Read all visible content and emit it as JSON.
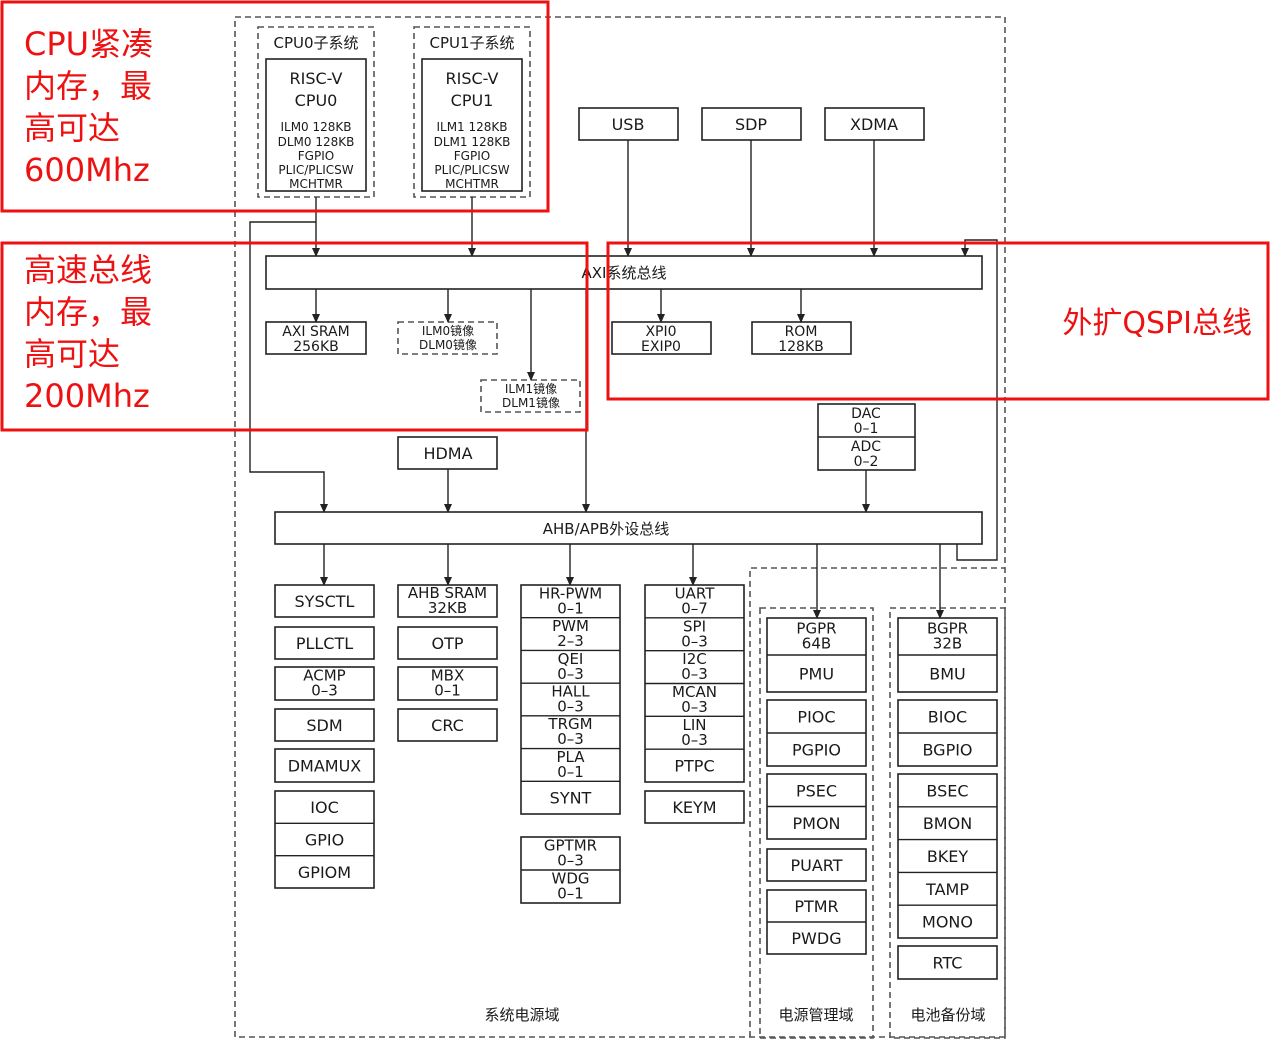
{
  "colors": {
    "annotation": "#ee1111",
    "line": "#222222",
    "dash": "#555555"
  },
  "domains": {
    "system": "系统电源域",
    "power_mgmt": "电源管理域",
    "battery": "电池备份域"
  },
  "cpu0": {
    "label": "CPU0子系统",
    "core": [
      "RISC-V",
      "CPU0"
    ],
    "details": [
      "ILM0 128KB",
      "DLM0 128KB",
      "FGPIO",
      "PLIC/PLICSW",
      "MCHTMR"
    ]
  },
  "cpu1": {
    "label": "CPU1子系统",
    "core": [
      "RISC-V",
      "CPU1"
    ],
    "details": [
      "ILM1 128KB",
      "DLM1 128KB",
      "FGPIO",
      "PLIC/PLICSW",
      "MCHTMR"
    ]
  },
  "masters": {
    "usb": "USB",
    "sdp": "SDP",
    "xdma": "XDMA",
    "hdma": "HDMA"
  },
  "buses": {
    "axi": "AXI系统总线",
    "ahb": "AHB/APB外设总线"
  },
  "axi_slaves": {
    "axi_sram": [
      "AXI SRAM",
      "256KB"
    ],
    "ilm0_mirror": [
      "ILM0镜像",
      "DLM0镜像"
    ],
    "ilm1_mirror": [
      "ILM1镜像",
      "DLM1镜像"
    ],
    "xpi": [
      "XPI0",
      "EXIP0"
    ],
    "rom": [
      "ROM",
      "128KB"
    ]
  },
  "dac_adc": {
    "dac": [
      "DAC",
      "0–1"
    ],
    "adc": [
      "ADC",
      "0–2"
    ]
  },
  "col1": [
    "SYSCTL",
    "PLLCTL",
    [
      "ACMP",
      "0–3"
    ],
    "SDM",
    "DMAMUX",
    "IOC",
    "GPIO",
    "GPIOM"
  ],
  "col2": [
    [
      "AHB SRAM",
      "32KB"
    ],
    "OTP",
    [
      "MBX",
      "0–1"
    ],
    "CRC"
  ],
  "col3": [
    [
      "HR-PWM",
      "0–1"
    ],
    [
      "PWM",
      "2–3"
    ],
    [
      "QEI",
      "0–3"
    ],
    [
      "HALL",
      "0–3"
    ],
    [
      "TRGM",
      "0–3"
    ],
    [
      "PLA",
      "0–1"
    ],
    "SYNT"
  ],
  "col3b": [
    [
      "GPTMR",
      "0–3"
    ],
    [
      "WDG",
      "0–1"
    ]
  ],
  "col4": [
    [
      "UART",
      "0–7"
    ],
    [
      "SPI",
      "0–3"
    ],
    [
      "I2C",
      "0–3"
    ],
    [
      "MCAN",
      "0–3"
    ],
    [
      "LIN",
      "0–3"
    ],
    "PTPC",
    "KEYM"
  ],
  "power": [
    [
      "PGPR",
      "64B"
    ],
    "PMU",
    "PIOC",
    "PGPIO",
    "PSEC",
    "PMON",
    "PUART",
    "PTMR",
    "PWDG"
  ],
  "battery": [
    [
      "BGPR",
      "32B"
    ],
    "BMU",
    "BIOC",
    "BGPIO",
    "BSEC",
    "BMON",
    "BKEY",
    "TAMP",
    "MONO",
    "RTC"
  ],
  "annotations": {
    "cpu": [
      "CPU紧凑",
      "内存，最",
      "高可达",
      "600Mhz"
    ],
    "bus": [
      "高速总线",
      "内存，最",
      "高可达",
      "200Mhz"
    ],
    "qspi": "外扩QSPI总线"
  }
}
